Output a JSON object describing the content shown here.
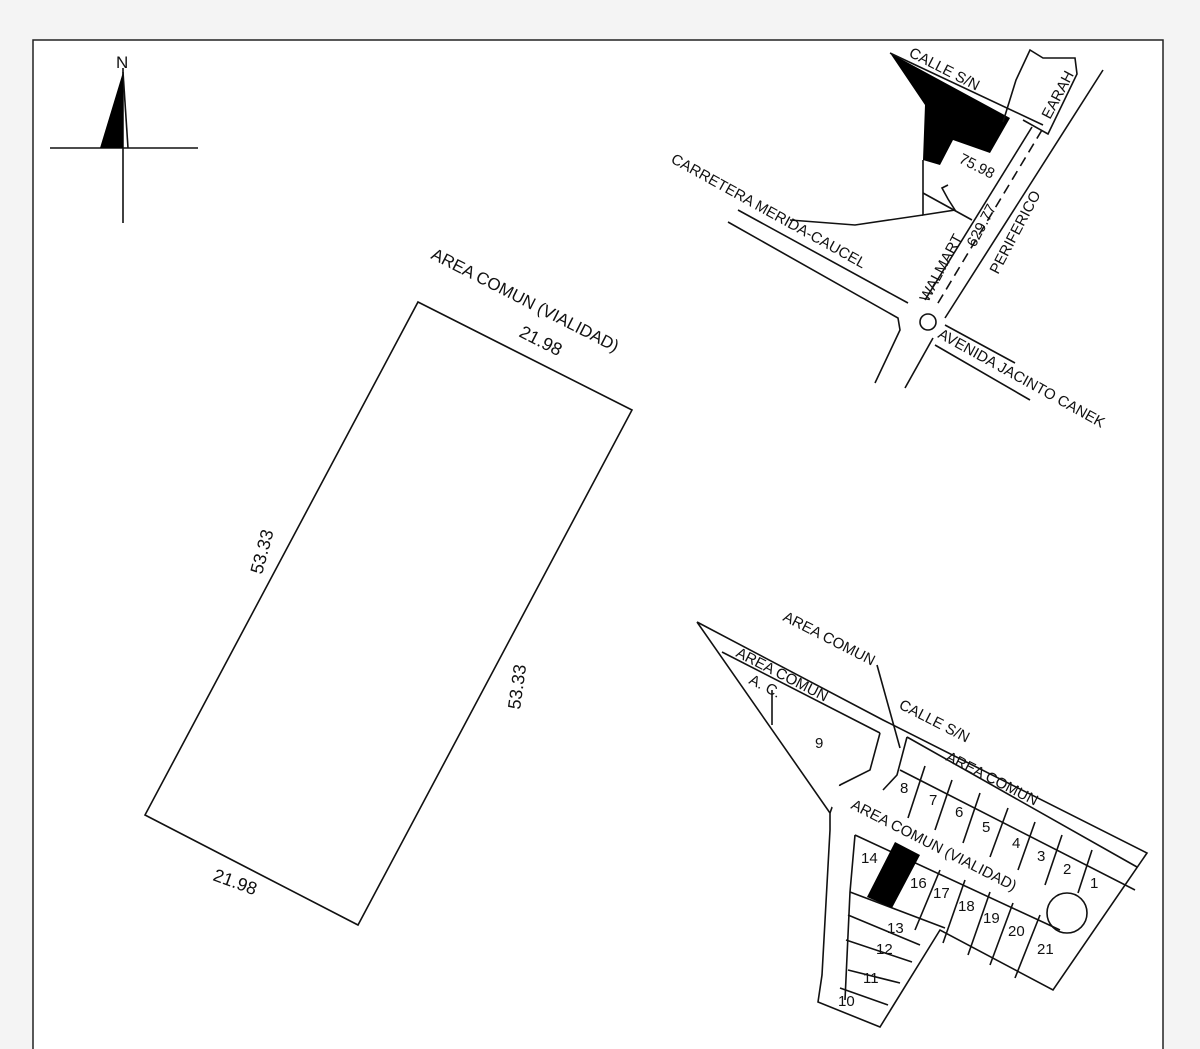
{
  "north": {
    "label": "N"
  },
  "main_lot": {
    "top_label": "AREA COMUN (VIALIDAD)",
    "top_dim": "21.98",
    "bottom_dim": "21.98",
    "left_dim": "53.33",
    "right_dim": "53.33"
  },
  "location_map": {
    "calle": "CALLE S/N",
    "earah": "EARAH",
    "dim_short": "75.98",
    "dim_long": "629.77",
    "periferico": "PERIFERICO",
    "walmart": "WALMART",
    "carretera": "CARRETERA MERIDA-CAUCEL",
    "avenida": "AVENIDA JACINTO CANEK"
  },
  "subdivision": {
    "area_comun_top": "AREA COMUN",
    "area_comun_strip": "AREA COMUN",
    "ac": "A. C.",
    "calle": "CALLE S/N",
    "area_comun_right": "AREA COMUN",
    "vialidad": "AREA COMUN (VIALIDAD)",
    "lots": [
      "1",
      "2",
      "3",
      "4",
      "5",
      "6",
      "7",
      "8",
      "9",
      "10",
      "11",
      "12",
      "13",
      "14",
      "16",
      "17",
      "18",
      "19",
      "20",
      "21"
    ],
    "highlighted_lot_color": "#000000"
  }
}
